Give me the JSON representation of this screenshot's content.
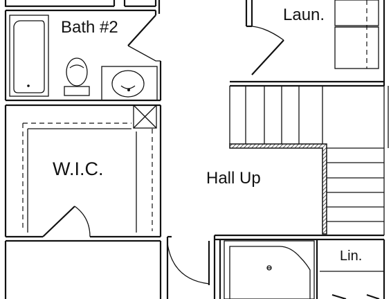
{
  "rooms": {
    "bath2": "Bath #2",
    "laundry": "Laun.",
    "wic": "W.I.C.",
    "hall": "Hall Up",
    "linen": "Lin."
  }
}
